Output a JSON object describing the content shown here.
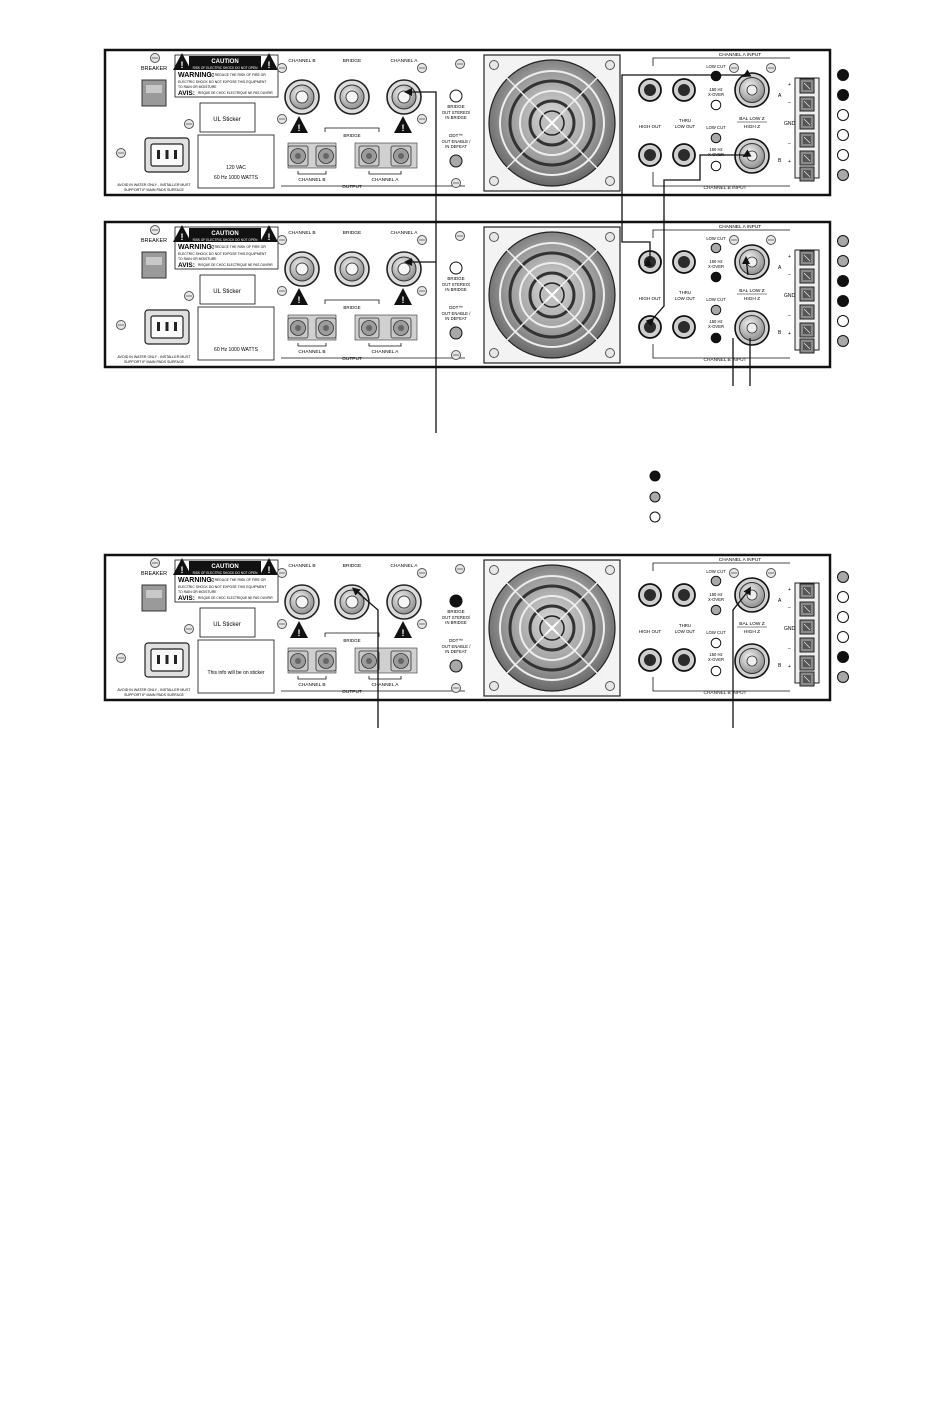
{
  "panel": {
    "breaker": "BREAKER",
    "caution_title": "CAUTION",
    "caution_sub": "RISK OF ELECTRIC SHOCK DO NOT OPEN",
    "warning_word": "WARNING:",
    "warning_line1": "TO REDUCE THE RISK OF FIRE OR",
    "warning_line2": "ELECTRIC SHOCK DO NOT EXPOSE THIS EQUIPMENT",
    "warning_line3": "TO RAIN OR MOISTURE",
    "avis_word": "AVIS:",
    "avis_line": "RISQUE DE CHOC ELECTRIQUE NE PAS OUVRIR",
    "ul_sticker": "UL Sticker",
    "ground_note_1": "AVOID IN WATER ONLY - INSTALLER MUST",
    "ground_note_2": "SUPPORT IF MAIN PADS SURFACE",
    "channel_b": "CHANNEL B",
    "bridge": "BRIDGE",
    "channel_a": "CHANNEL A",
    "output": "OUTPUT",
    "bridge_switch_1": "BRIDGE",
    "bridge_switch_2": "OUT STEREO/",
    "bridge_switch_3": "IN BRIDGE",
    "ddt_1": "DDT™",
    "ddt_2": "OUT ENABLE /",
    "ddt_3": "IN DEFEAT",
    "ch_a_input": "CHANNEL A INPUT",
    "ch_b_input": "CHANNEL B INPUT",
    "high_out": "HIGH OUT",
    "low_out": "LOW OUT",
    "thru": "THRU",
    "low_cut": "LOW CUT",
    "xover_1": "150 Hz",
    "xover_2": "X-OVER",
    "bal_low_z": "BAL LOW Z",
    "high_z": "HIGH Z",
    "gnd": "GND",
    "plus": "+",
    "minus": "–",
    "label_a": "A",
    "label_b": "B"
  },
  "amps": [
    {
      "power_line1": "120 VAC",
      "power_line2": "60 Hz  1000 WATTS",
      "bridge_led": "white",
      "ddt_led": "gray",
      "inputs_a": [
        "white",
        "white",
        "black",
        "white"
      ],
      "inputs_b": [
        "white",
        "white",
        "gray",
        "white"
      ],
      "terminal_dots": [
        "black",
        "black",
        "white",
        "white",
        "white",
        "gray"
      ]
    },
    {
      "power_line1": "",
      "power_line2": "60 Hz  1000 WATTS",
      "bridge_led": "white",
      "ddt_led": "gray",
      "inputs_a": [
        "white",
        "white",
        "gray",
        "black"
      ],
      "inputs_b": [
        "white",
        "white",
        "gray",
        "black"
      ],
      "terminal_dots": [
        "gray",
        "gray",
        "black",
        "black",
        "white",
        "gray"
      ]
    },
    {
      "power_line1": "This info will be on sticker",
      "power_line2": "",
      "bridge_led": "black",
      "ddt_led": "gray",
      "inputs_a": [
        "white",
        "white",
        "gray",
        "gray"
      ],
      "inputs_b": [
        "white",
        "white",
        "white",
        "white"
      ],
      "terminal_dots": [
        "gray",
        "white",
        "white",
        "white",
        "black",
        "gray"
      ]
    }
  ],
  "legend": {
    "dots": [
      "black",
      "gray",
      "white"
    ]
  },
  "colors": {
    "line": "#111111",
    "black_dot": "#111111",
    "gray_dot": "#a8a8a8",
    "white_dot": "#ffffff",
    "panel": "#ffffff"
  }
}
